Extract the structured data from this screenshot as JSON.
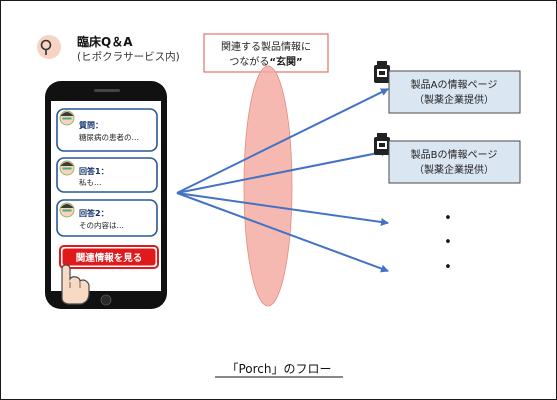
{
  "app": {
    "title": "臨床Q＆A",
    "subtitle": "(ヒポクラサービス内)"
  },
  "phone": {
    "cards": [
      {
        "heading": "質問：",
        "text": "糖尿病の患者の…"
      },
      {
        "heading": "回答1：",
        "text": "私も…"
      },
      {
        "heading": "回答2：",
        "text": "その内容は…"
      }
    ],
    "button_label": "関連情報を見る"
  },
  "gateway": {
    "line1": "関連する製品情報に",
    "line2_prefix": "つながる",
    "line2_emphasis": "“玄関”"
  },
  "products": [
    {
      "line1": "製品Aの情報ページ",
      "line2": "（製薬企業提供）"
    },
    {
      "line1": "製品Bの情報ページ",
      "line2": "（製薬企業提供）"
    }
  ],
  "more_indicator": "•",
  "caption": "「Porch」のフロー",
  "colors": {
    "phone_body": "#111111",
    "bubble_border": "#2b5797",
    "button_red": "#e0191b",
    "arrow_blue": "#4472c4",
    "lens_fill": "#f4a9a0",
    "product_fill": "#dbe6f3",
    "callout_border": "#e3736b"
  }
}
